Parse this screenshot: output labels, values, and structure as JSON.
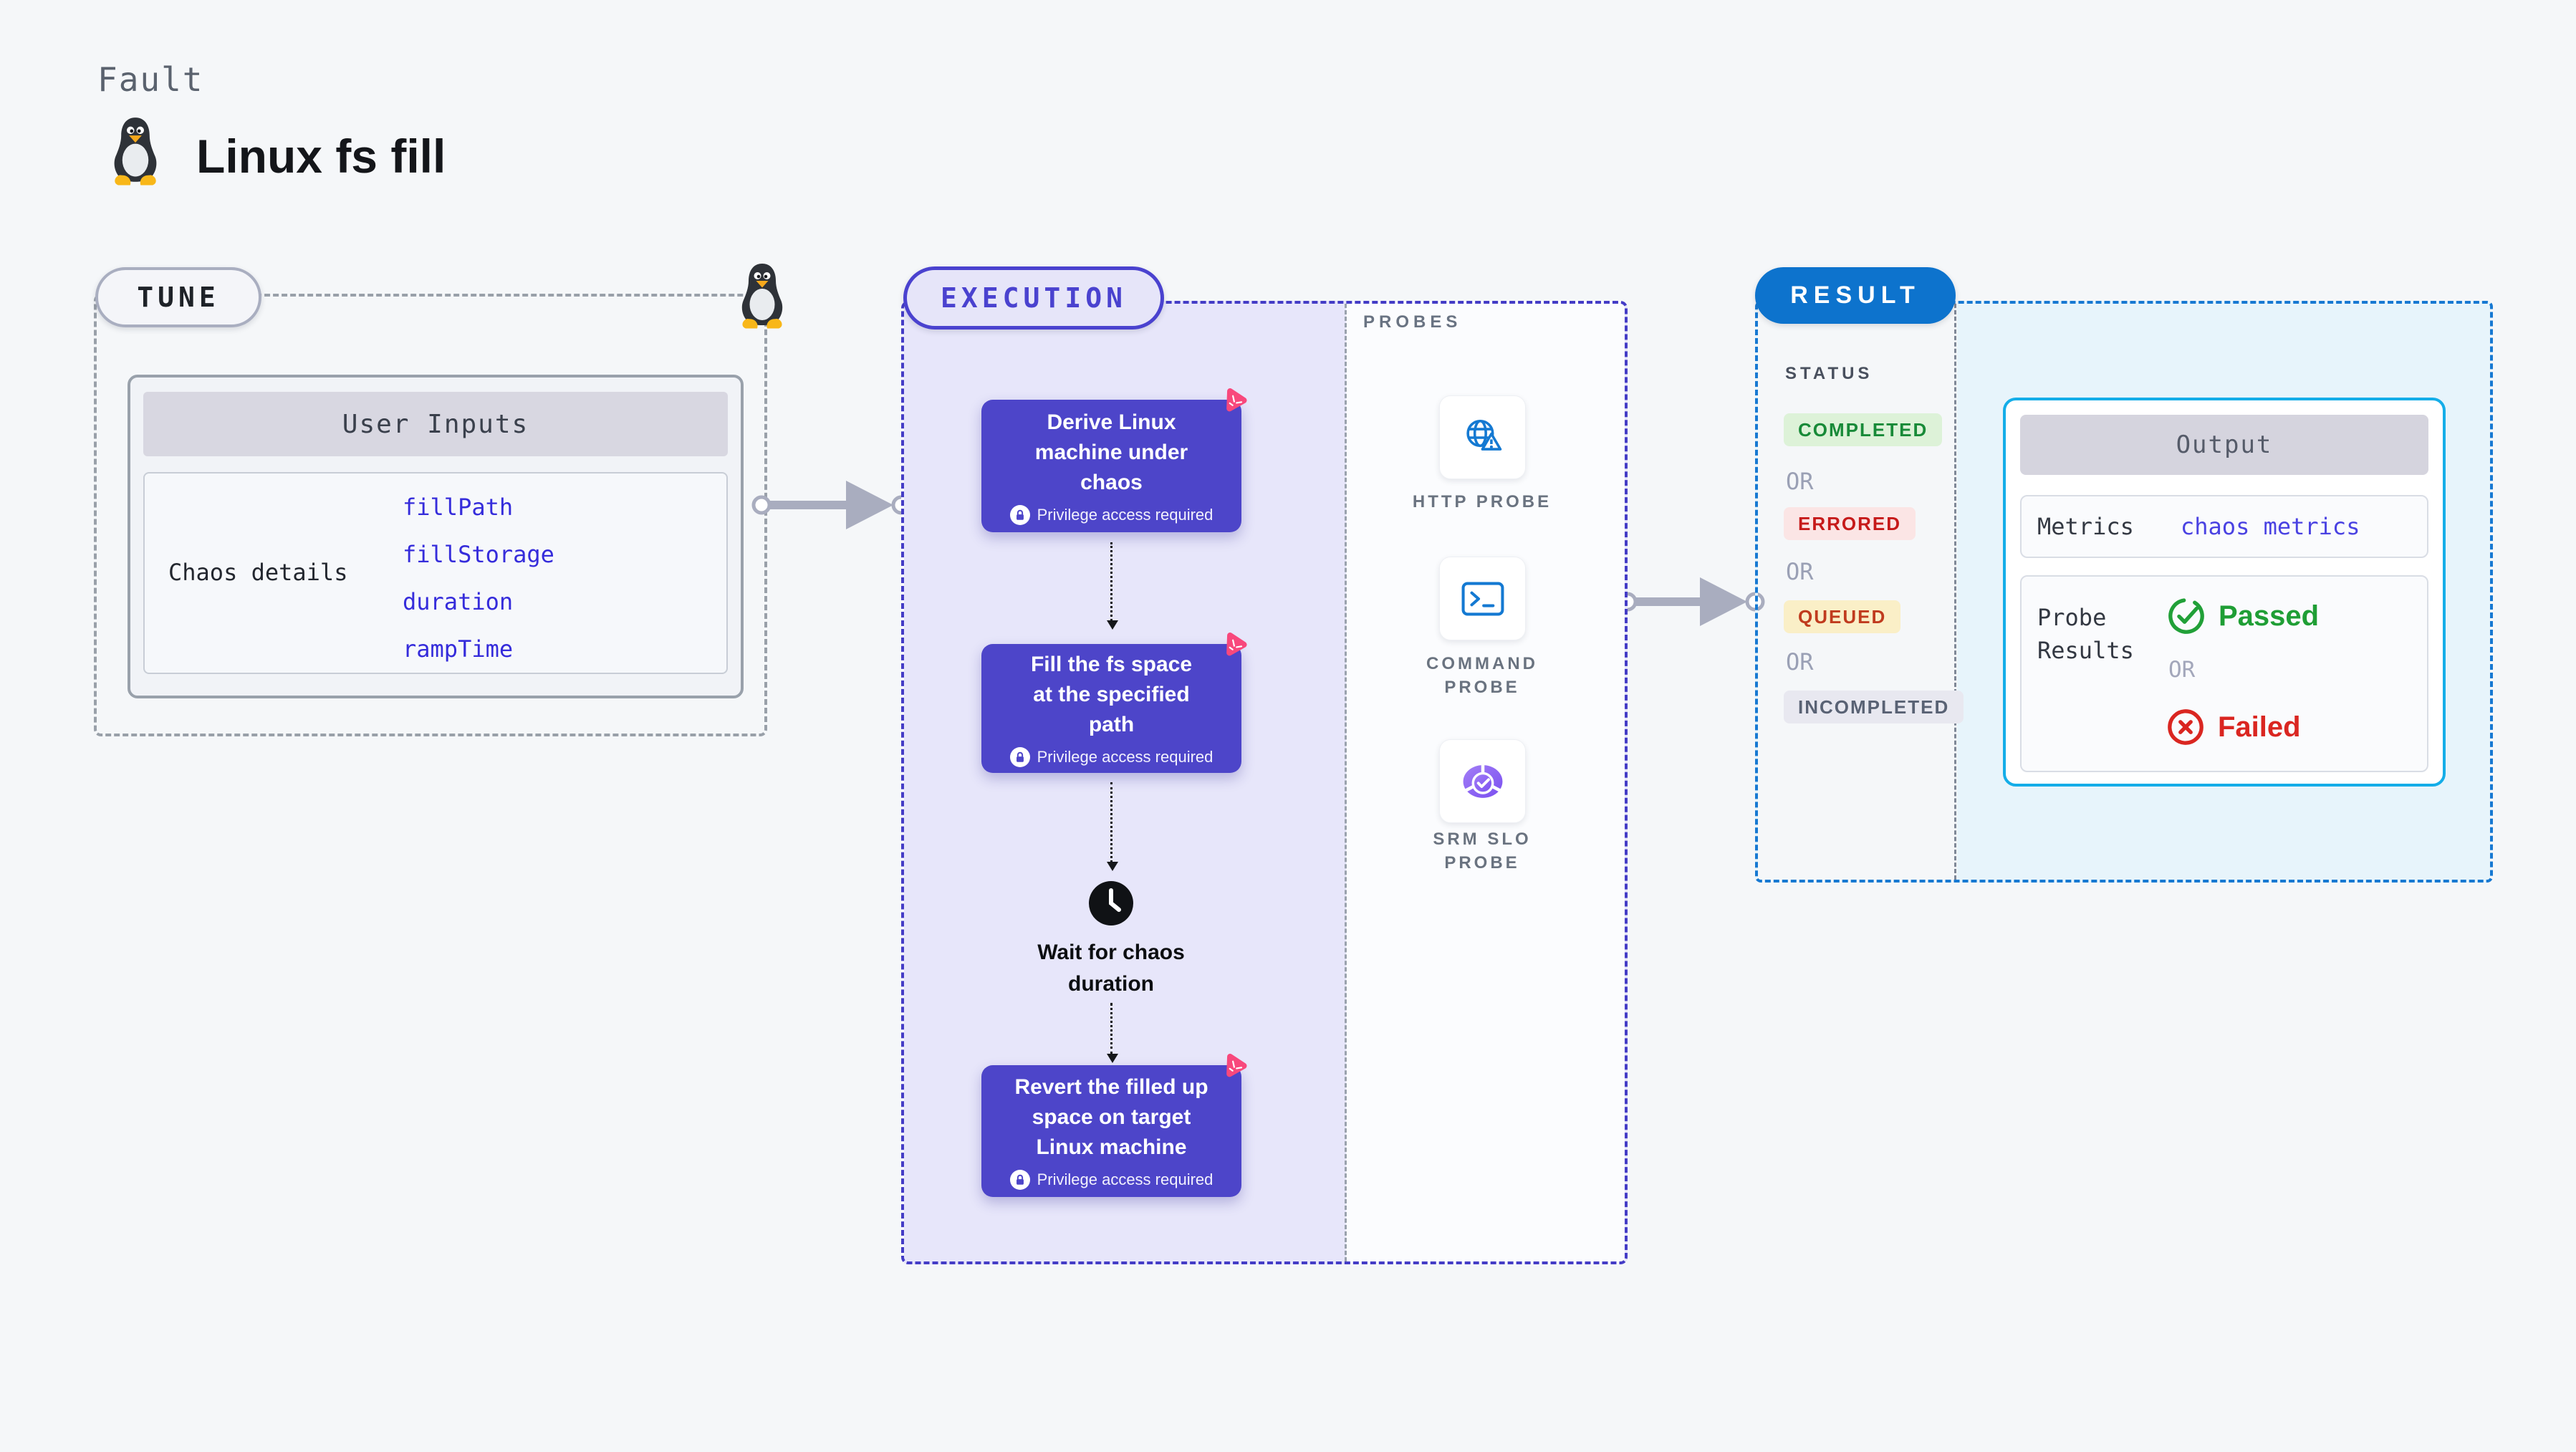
{
  "header": {
    "fault_label": "Fault",
    "title": "Linux fs fill"
  },
  "tune": {
    "badge": "TUNE",
    "user_inputs_title": "User Inputs",
    "chaos_details_label": "Chaos details",
    "params": [
      "fillPath",
      "fillStorage",
      "duration",
      "rampTime"
    ]
  },
  "execution": {
    "badge": "EXECUTION",
    "steps": [
      {
        "title": "Derive Linux\nmachine under\nchaos",
        "note": "Privilege access required"
      },
      {
        "title": "Fill the fs space\nat the specified\npath",
        "note": "Privilege access required"
      },
      {
        "title": "Revert the filled up\nspace on target\nLinux machine",
        "note": "Privilege access required"
      }
    ],
    "wait_step": "Wait for chaos\nduration"
  },
  "probes": {
    "label": "PROBES",
    "items": [
      {
        "label": "HTTP PROBE",
        "icon": "globe-alert-icon"
      },
      {
        "label": "COMMAND\nPROBE",
        "icon": "terminal-icon"
      },
      {
        "label": "SRM SLO\nPROBE",
        "icon": "slo-donut-icon"
      }
    ]
  },
  "result": {
    "badge": "RESULT",
    "status_label": "STATUS",
    "statuses": [
      {
        "text": "COMPLETED"
      },
      {
        "text": "OR"
      },
      {
        "text": "ERRORED"
      },
      {
        "text": "OR"
      },
      {
        "text": "QUEUED"
      },
      {
        "text": "OR"
      },
      {
        "text": "INCOMPLETED"
      }
    ],
    "output": {
      "header": "Output",
      "metrics_label": "Metrics",
      "metrics_value": "chaos metrics",
      "probe_results_label": "Probe\nResults",
      "passed_label": "Passed",
      "or_label": "OR",
      "failed_label": "Failed"
    }
  },
  "colors": {
    "page_bg": "#f5f7f9",
    "execution_indigo": "#443cc6",
    "step_purple": "#4d45c9",
    "chaos_pink": "#f8487c",
    "result_blue": "#0d73cd",
    "result_dash_blue": "#1779d2",
    "output_border_cyan": "#14ade8",
    "param_blue": "#352cdb",
    "metrics_value_indigo": "#4a42e2",
    "probe_icon_blue": "#1479d2",
    "passed_green": "#1f9e35",
    "failed_red": "#da2621",
    "queued_bg": "#faefc7",
    "errored_bg": "#fbe5e5",
    "completed_bg": "#ddf2d8",
    "incompleted_bg": "#e8e8f0"
  }
}
